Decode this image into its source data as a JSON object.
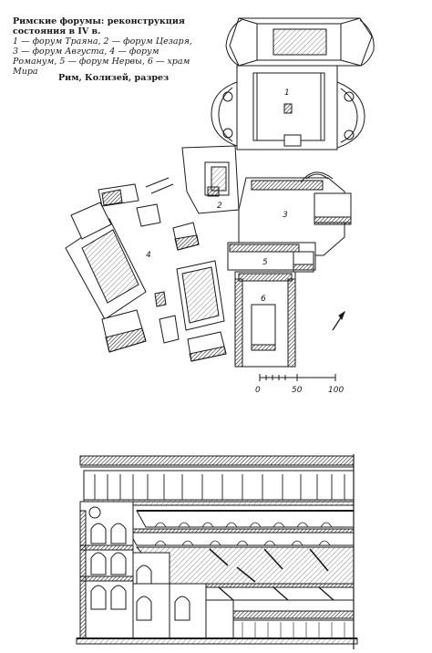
{
  "caption_forums": {
    "title": "Римские форумы: реконструкция состояния в IV в.",
    "legend": "1 — форум Траяна, 2 — форум Цезаря, 3 — форум Августа, 4 — форум Романум, 5 — форум Нервы, 6 — храм Мира"
  },
  "caption_colosseum": "Рим, Колизей, разрез",
  "plan_labels": [
    "1",
    "2",
    "3",
    "4",
    "5",
    "6"
  ],
  "scale": {
    "ticks": [
      "0",
      "50",
      "100"
    ]
  },
  "colors": {
    "ink": "#1a1a1a",
    "paper": "#ffffff",
    "hatch": "#222222"
  }
}
